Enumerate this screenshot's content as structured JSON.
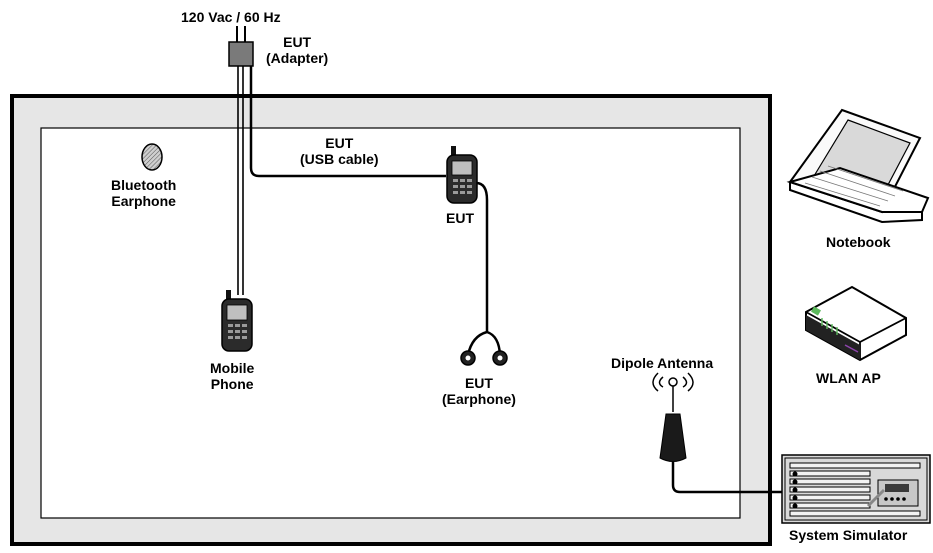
{
  "power_source": {
    "label": "120 Vac / 60 Hz"
  },
  "adapter": {
    "line1": "EUT",
    "line2": "(Adapter)"
  },
  "usb_cable": {
    "line1": "EUT",
    "line2": "(USB cable)"
  },
  "eut_phone": {
    "label": "EUT"
  },
  "bluetooth_earphone": {
    "line1": "Bluetooth",
    "line2": "Earphone"
  },
  "mobile_phone": {
    "line1": "Mobile",
    "line2": "Phone"
  },
  "earphone": {
    "line1": "EUT",
    "line2": "(Earphone)"
  },
  "dipole_antenna": {
    "label": "Dipole Antenna"
  },
  "notebook": {
    "label": "Notebook"
  },
  "wlan_ap": {
    "label": "WLAN AP"
  },
  "system_simulator": {
    "label": "System Simulator"
  },
  "colors": {
    "chamber_fill": "#e6e6e6",
    "line": "#000000",
    "ap_accent": "#5cb85c",
    "ap_accent2": "#8e44ad"
  }
}
